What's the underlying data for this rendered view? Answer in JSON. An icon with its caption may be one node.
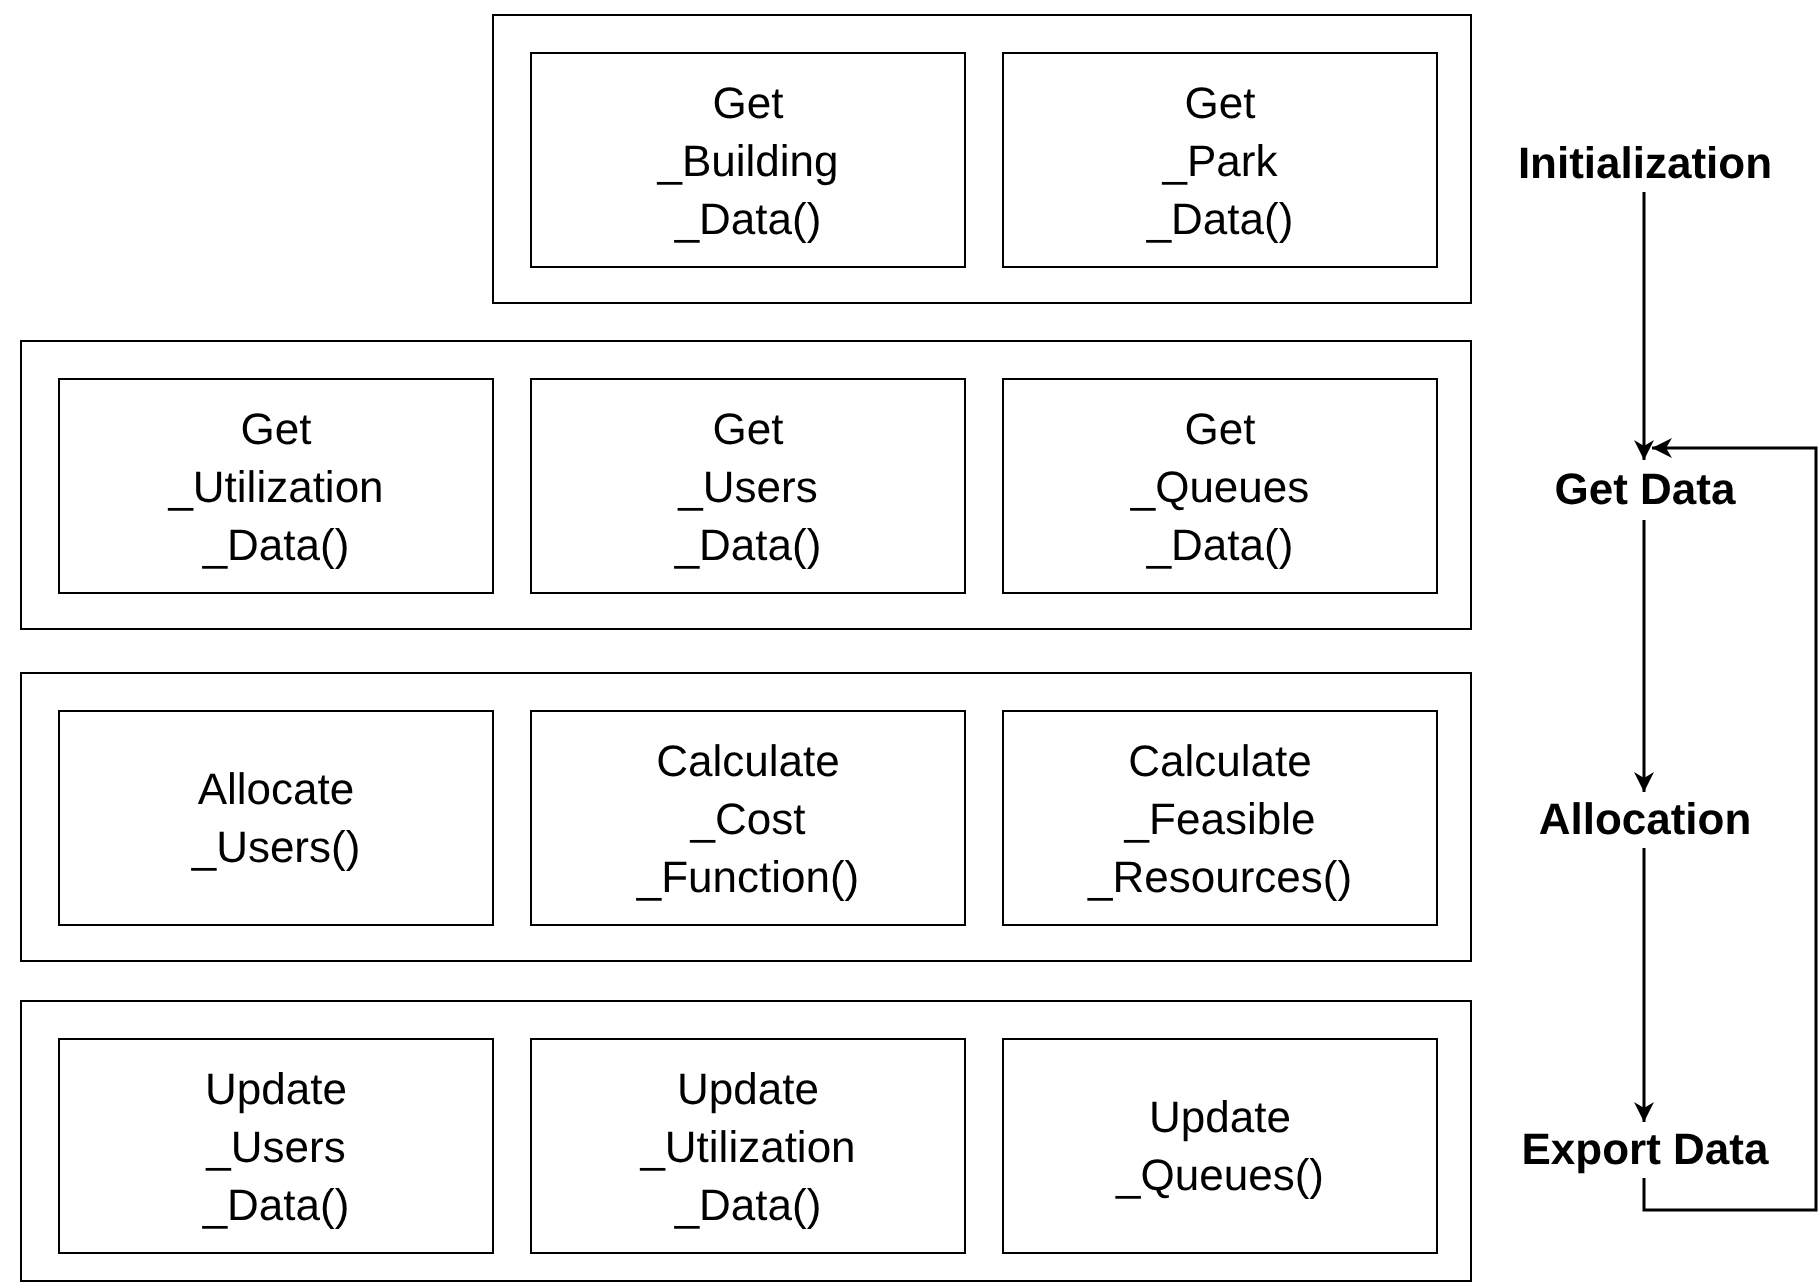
{
  "diagram": {
    "nodes": [
      {
        "text": [],
        "shape": "box"
      },
      {
        "text": [
          "Get _Building _Data()"
        ],
        "in": 0
      },
      {
        "text": [
          "Get _Park _Data()"
        ],
        "in": 0
      },
      {
        "text": [
          "Initialization"
        ]
      },
      {
        "text": [],
        "shape": "box"
      },
      {
        "text": [
          "Get _Utilization _Data()"
        ],
        "in": 4
      },
      {
        "text": [
          "Get _Users _Data()"
        ],
        "in": 4
      },
      {
        "text": [
          "Get _Queues _Data()"
        ],
        "in": 4
      },
      {
        "text": [
          "Get Data"
        ]
      },
      {
        "text": [],
        "shape": "box"
      },
      {
        "text": [
          "Allocate _Users()"
        ],
        "in": 9
      },
      {
        "text": [
          "Calculate _Cost _Function()"
        ],
        "in": 9
      },
      {
        "text": [
          "Calculate _Feasible _Resources()"
        ],
        "in": 9
      },
      {
        "text": [
          "Allocation"
        ]
      },
      {
        "text": [],
        "shape": "box"
      },
      {
        "text": [
          "Update _Users _Data()"
        ],
        "in": 14
      },
      {
        "text": [
          "Update _Utilization _Data()"
        ],
        "in": 14
      },
      {
        "text": [
          "Update _Queues()"
        ],
        "in": 14
      },
      {
        "text": [
          "Export Data"
        ]
      }
    ],
    "edges": [
      {
        "from": 3,
        "to": 8,
        "arrow": "to"
      },
      {
        "from": 8,
        "to": 13,
        "arrow": "to"
      },
      {
        "from": 13,
        "to": 18,
        "arrow": "to"
      },
      {
        "from": 18,
        "to": 8,
        "arrow": "to"
      }
    ]
  }
}
